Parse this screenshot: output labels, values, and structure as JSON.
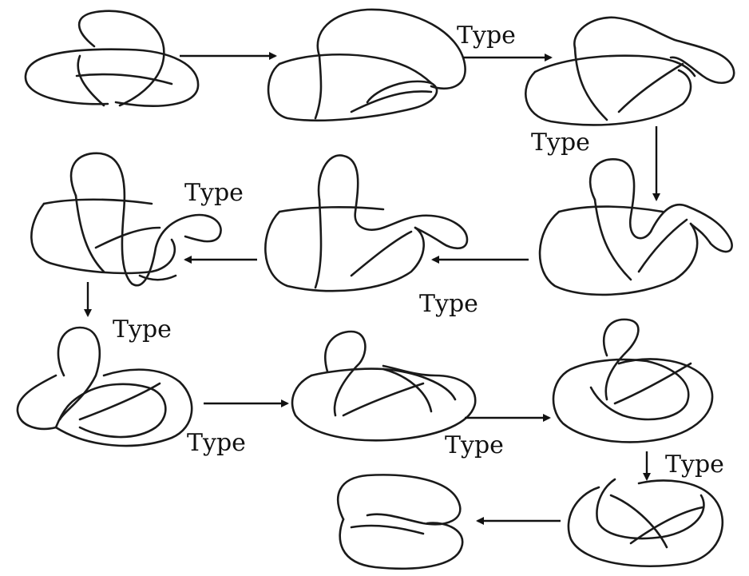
{
  "diagram": {
    "labels": [
      "Type",
      "Type",
      "Type",
      "Type",
      "Type",
      "Type",
      "Type",
      "Type"
    ]
  }
}
